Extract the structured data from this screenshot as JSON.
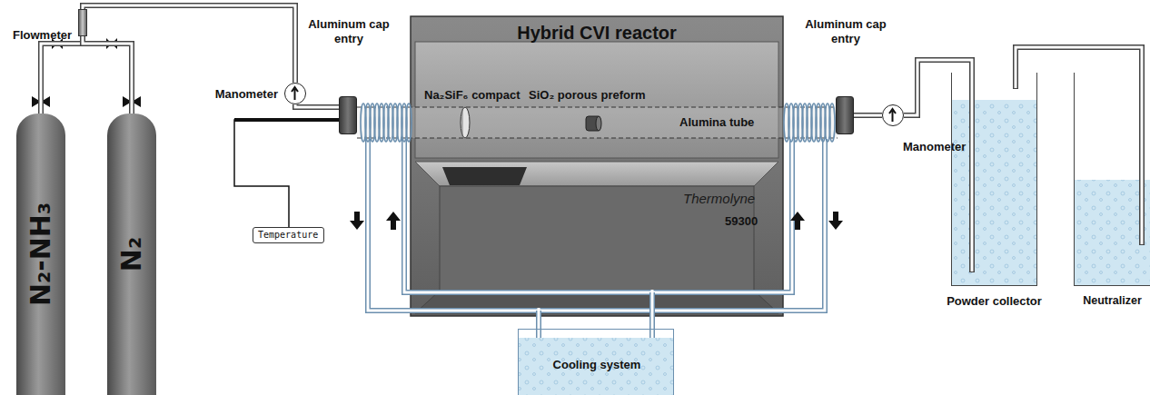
{
  "diagram": {
    "nodes": [
      {
        "text": [
          "N₂-NH₃"
        ]
      },
      {
        "text": [
          "N₂"
        ]
      },
      {
        "text": [
          "Flowmeter"
        ]
      },
      {
        "text": [
          "Manometer"
        ]
      },
      {
        "text": [
          "Aluminum cap entry"
        ]
      },
      {
        "text": [
          "Hybrid CVI reactor",
          "Thermolyne",
          "59300"
        ]
      },
      {
        "text": [
          "Aluminum cap entry"
        ]
      },
      {
        "text": [
          "Manometer"
        ]
      },
      {
        "text": [
          "Powder collector"
        ]
      },
      {
        "text": [
          "Neutralizer"
        ]
      },
      {
        "text": [
          "Temperature"
        ]
      },
      {
        "text": [
          "Cooling system"
        ]
      }
    ],
    "edges": [
      {
        "from": 0,
        "to": 2,
        "arrow": "none"
      },
      {
        "from": 1,
        "to": 2,
        "arrow": "none"
      },
      {
        "from": 2,
        "to": 3,
        "arrow": "none"
      },
      {
        "from": 3,
        "to": 4,
        "arrow": "none"
      },
      {
        "from": 4,
        "to": 10,
        "arrow": "none"
      },
      {
        "from": 6,
        "to": 7,
        "arrow": "none"
      },
      {
        "from": 7,
        "to": 8,
        "arrow": "none"
      },
      {
        "from": 8,
        "to": 9,
        "arrow": "none"
      }
    ],
    "labels": [
      "Na₂SiF₆ compact",
      "SiO₂ porous preform",
      "Alumina tube"
    ]
  }
}
